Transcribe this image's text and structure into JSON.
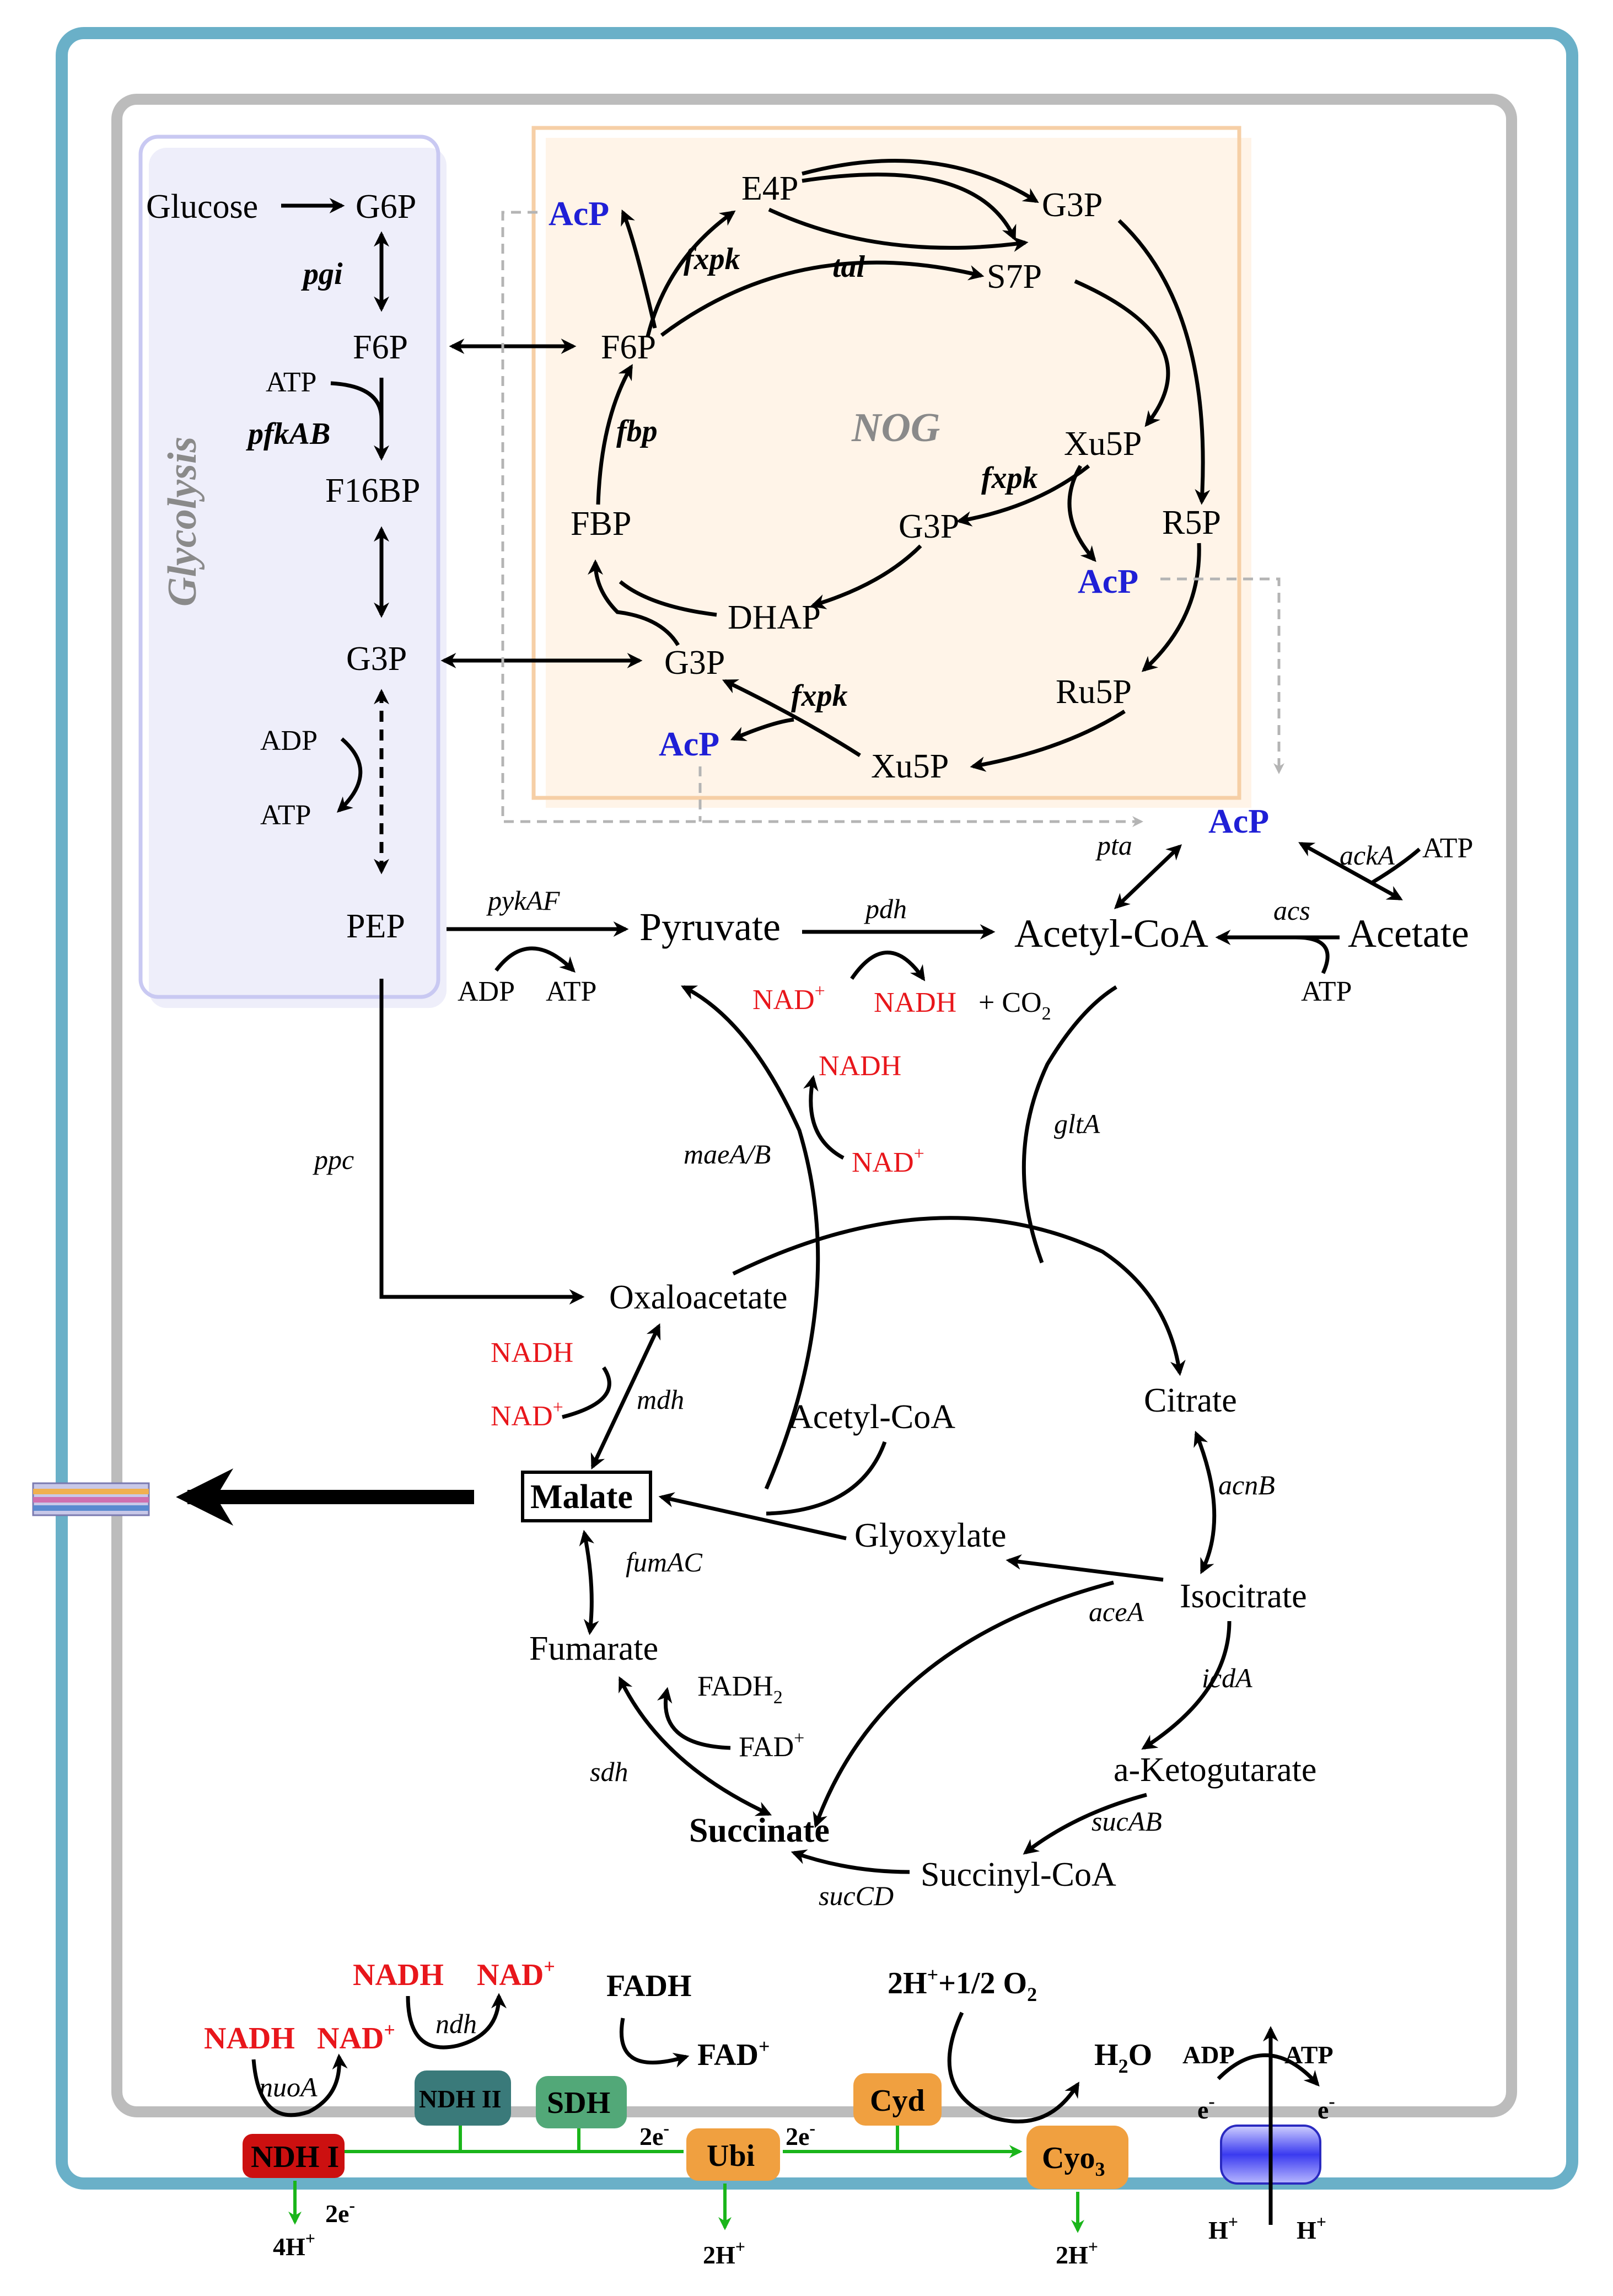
{
  "colors": {
    "outer_membrane": "#6ab0c8",
    "inner_membrane": "#bcbcbc",
    "glycolysis_box": "#c9c9f2",
    "nog_box": "#f6cfa6",
    "cofactor_red": "#e8161b",
    "acp_blue": "#1f1fd6",
    "electron_green": "#1ab51a",
    "ndh1": "#cc1010",
    "ndh2": "#3a7a7a",
    "sdh": "#52a878",
    "orange_carrier": "#f0a040"
  },
  "glycolysis": {
    "label": "Glycolysis",
    "glucose": "Glucose",
    "g6p": "G6P",
    "pgi": "pgi",
    "f6p": "F6P",
    "atp1": "ATP",
    "pfkab": "pfkAB",
    "f16bp": "F16BP",
    "g3p": "G3P",
    "adp1": "ADP",
    "atp2": "ATP",
    "pep": "PEP"
  },
  "nog": {
    "label": "NOG",
    "e4p": "E4P",
    "g3p_top": "G3P",
    "acp_top": "AcP",
    "fxpk_top": "fxpk",
    "tal": "tal",
    "s7p": "S7P",
    "f6p": "F6P",
    "xu5p_top": "Xu5P",
    "fbp_enz": "fbp",
    "fxpk_mid": "fxpk",
    "g3p_mid": "G3P",
    "r5p": "R5P",
    "fbp": "FBP",
    "acp_mid": "AcP",
    "dhap": "DHAP",
    "g3p_bot": "G3P",
    "fxpk_bot": "fxpk",
    "ru5p": "Ru5P",
    "acp_bot": "AcP",
    "xu5p_bot": "Xu5P"
  },
  "central": {
    "acp": "AcP",
    "pta": "pta",
    "acka": "ackA",
    "atp_acka": "ATP",
    "pykaf": "pykAF",
    "pyruvate": "Pyruvate",
    "pdh": "pdh",
    "acetyl_coa": "Acetyl-CoA",
    "acs": "acs",
    "acetate": "Acetate",
    "adp_pyk": "ADP",
    "atp_pyk": "ATP",
    "nad_pdh": "NAD",
    "nadh_pdh": "NADH",
    "co2": "+ CO",
    "atp_acs": "ATP",
    "nadh_mae": "NADH",
    "nad_mae": "NAD",
    "maeab": "maeA/B",
    "glta": "gltA",
    "ppc": "ppc",
    "oxaloacetate": "Oxaloacetate",
    "nadh_mdh": "NADH",
    "nad_mdh": "NAD",
    "mdh": "mdh",
    "acetyl_coa2": "Acetyl-CoA",
    "citrate": "Citrate",
    "malate": "Malate",
    "acnb": "acnB",
    "glyoxylate": "Glyoxylate",
    "fumac": "fumAC",
    "acea": "aceA",
    "isocitrate": "Isocitrate",
    "fumarate": "Fumarate",
    "fadh2": "FADH",
    "icda": "icdA",
    "fad": "FAD",
    "sdh": "sdh",
    "akg": "a-Ketogutarate",
    "sucab": "sucAB",
    "succinate": "Succinate",
    "succinyl_coa": "Succinyl-CoA",
    "succd": "sucCD"
  },
  "etc": {
    "nadh1": "NADH",
    "nad1": "NAD",
    "nuoa": "nuoA",
    "nadh2": "NADH",
    "nad2": "NAD",
    "ndh": "ndh",
    "fadh": "FADH",
    "fad": "FAD",
    "o2": "2H",
    "o2b": "+1/2 O",
    "h2o": "H",
    "h2o_o": "O",
    "adp": "ADP",
    "atp": "ATP",
    "e_left": "e",
    "e_right": "e",
    "ndh1_box": "NDH I",
    "ndh2_box": "NDH II",
    "sdh_box": "SDH",
    "ubi_box": "Ubi",
    "cyd_box": "Cyd",
    "cyo3_box": "Cyo",
    "e2_a": "2e",
    "e2_b": "2e",
    "e2_c": "2e",
    "h4": "4H",
    "h2a": "2H",
    "h2b": "2H",
    "hp_left": "H",
    "hp_right": "H",
    "plus": "+",
    "minus": "-",
    "sub2": "2",
    "sub3": "3"
  }
}
